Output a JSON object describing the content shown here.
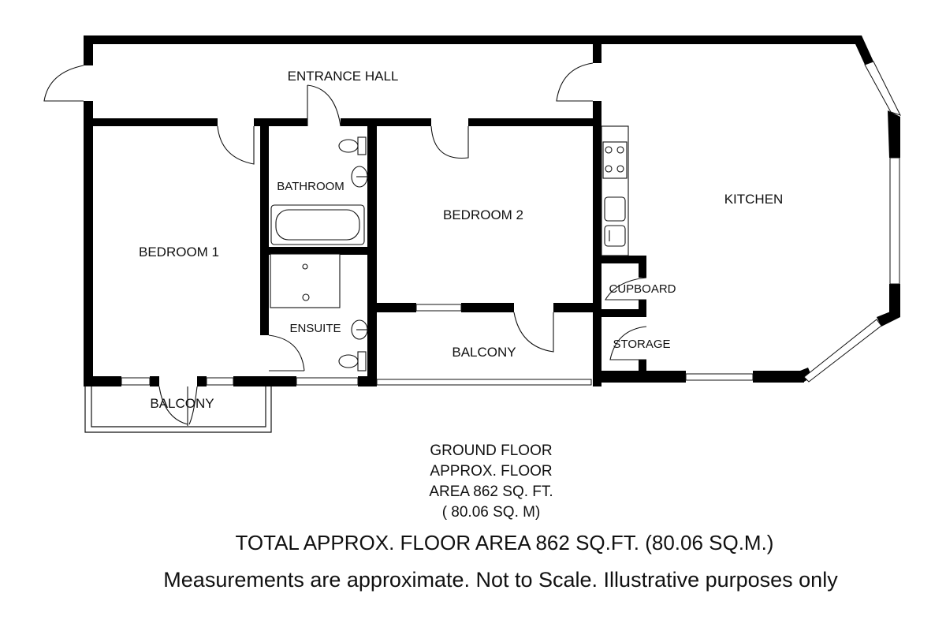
{
  "rooms": {
    "entrance_hall": "ENTRANCE HALL",
    "bedroom_1": "BEDROOM 1",
    "bathroom": "BATHROOM",
    "bedroom_2": "BEDROOM 2",
    "kitchen": "KITCHEN",
    "ensuite": "ENSUITE",
    "cupboard": "CUPBOARD",
    "storage": "STORAGE",
    "balcony_right": "BALCONY",
    "balcony_left": "BALCONY"
  },
  "floor_caption": {
    "line1": "GROUND FLOOR",
    "line2": "APPROX. FLOOR",
    "line3": "AREA 862 SQ. FT.",
    "line4": "( 80.06 SQ. M)"
  },
  "total_area": "TOTAL APPROX. FLOOR AREA 862 SQ.FT. (80.06 SQ.M.)",
  "disclaimer": "Measurements are approximate. Not to Scale. Illustrative purposes only",
  "colors": {
    "walls": "#000000",
    "background": "#ffffff",
    "text": "#111111"
  }
}
